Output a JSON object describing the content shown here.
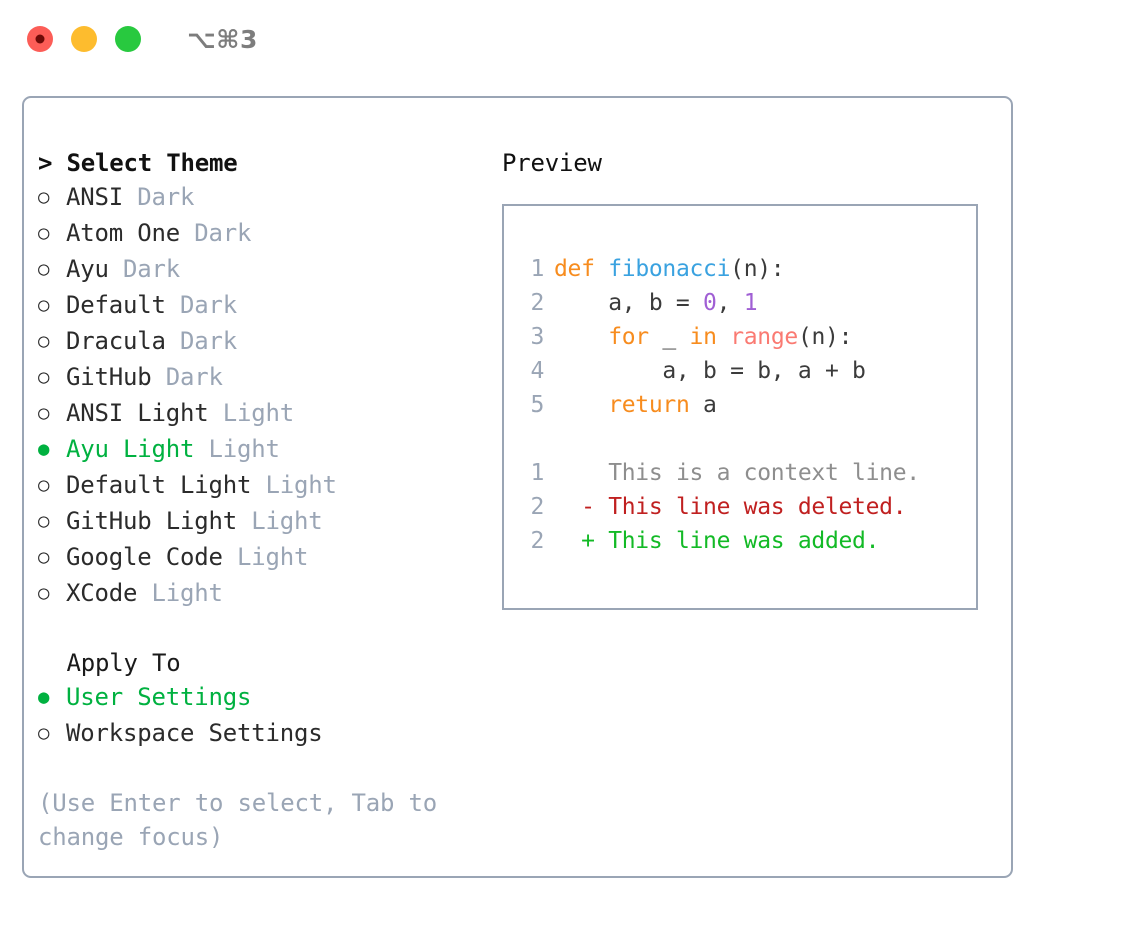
{
  "titlebar": {
    "buttons": [
      {
        "name": "close",
        "color": "#fc5d57"
      },
      {
        "name": "minimize",
        "color": "#fdbc2e"
      },
      {
        "name": "zoom",
        "color": "#28c93f"
      }
    ],
    "shortcut": "⌥⌘3"
  },
  "left": {
    "header": "> Select Theme",
    "themes": [
      {
        "marker": "○",
        "selected": false,
        "name": "ANSI",
        "tag": "Dark"
      },
      {
        "marker": "○",
        "selected": false,
        "name": "Atom One",
        "tag": "Dark"
      },
      {
        "marker": "○",
        "selected": false,
        "name": "Ayu",
        "tag": "Dark"
      },
      {
        "marker": "○",
        "selected": false,
        "name": "Default",
        "tag": "Dark"
      },
      {
        "marker": "○",
        "selected": false,
        "name": "Dracula",
        "tag": "Dark"
      },
      {
        "marker": "○",
        "selected": false,
        "name": "GitHub",
        "tag": "Dark"
      },
      {
        "marker": "○",
        "selected": false,
        "name": "ANSI Light",
        "tag": "Light"
      },
      {
        "marker": "●",
        "selected": true,
        "name": "Ayu Light",
        "tag": "Light"
      },
      {
        "marker": "○",
        "selected": false,
        "name": "Default Light",
        "tag": "Light"
      },
      {
        "marker": "○",
        "selected": false,
        "name": "GitHub Light",
        "tag": "Light"
      },
      {
        "marker": "○",
        "selected": false,
        "name": "Google Code",
        "tag": "Light"
      },
      {
        "marker": "○",
        "selected": false,
        "name": "XCode",
        "tag": "Light"
      }
    ],
    "apply_to_header": "  Apply To",
    "apply_to": [
      {
        "marker": "●",
        "selected": true,
        "name": "User Settings"
      },
      {
        "marker": "○",
        "selected": false,
        "name": "Workspace Settings"
      }
    ],
    "hint": "(Use Enter to select, Tab to change focus)"
  },
  "right": {
    "title": "Preview",
    "code_lines": [
      {
        "no": "1",
        "tokens": [
          {
            "t": "def",
            "c": "kw"
          },
          {
            "t": " ",
            "c": "txt"
          },
          {
            "t": "fibonacci",
            "c": "fn"
          },
          {
            "t": "(n):",
            "c": "txt"
          }
        ]
      },
      {
        "no": "2",
        "tokens": [
          {
            "t": "    a, b = ",
            "c": "txt"
          },
          {
            "t": "0",
            "c": "num"
          },
          {
            "t": ", ",
            "c": "txt"
          },
          {
            "t": "1",
            "c": "num"
          }
        ]
      },
      {
        "no": "3",
        "tokens": [
          {
            "t": "    ",
            "c": "txt"
          },
          {
            "t": "for",
            "c": "kw"
          },
          {
            "t": " _ ",
            "c": "txt"
          },
          {
            "t": "in",
            "c": "kw"
          },
          {
            "t": " ",
            "c": "txt"
          },
          {
            "t": "range",
            "c": "bi"
          },
          {
            "t": "(n):",
            "c": "txt"
          }
        ]
      },
      {
        "no": "4",
        "tokens": [
          {
            "t": "        a, b = b, a + b",
            "c": "txt"
          }
        ]
      },
      {
        "no": "5",
        "tokens": [
          {
            "t": "    ",
            "c": "txt"
          },
          {
            "t": "return",
            "c": "kw"
          },
          {
            "t": " a",
            "c": "txt"
          }
        ]
      }
    ],
    "diff_lines": [
      {
        "no": "1",
        "sign": "  ",
        "text": "This is a context line.",
        "cls": "ctx"
      },
      {
        "no": "2",
        "sign": "- ",
        "text": "This line was deleted.",
        "cls": "del"
      },
      {
        "no": "2",
        "sign": "+ ",
        "text": "This line was added.",
        "cls": "add"
      }
    ]
  },
  "colors": {
    "border": "#9aa5b5",
    "selected": "#00b140",
    "muted": "#9aa5b5",
    "keyword": "#f78c1e",
    "function": "#3aa2e0",
    "number": "#a05fd4",
    "builtin": "#fa7a72",
    "diff_add": "#13ba26",
    "diff_del": "#c02020"
  }
}
